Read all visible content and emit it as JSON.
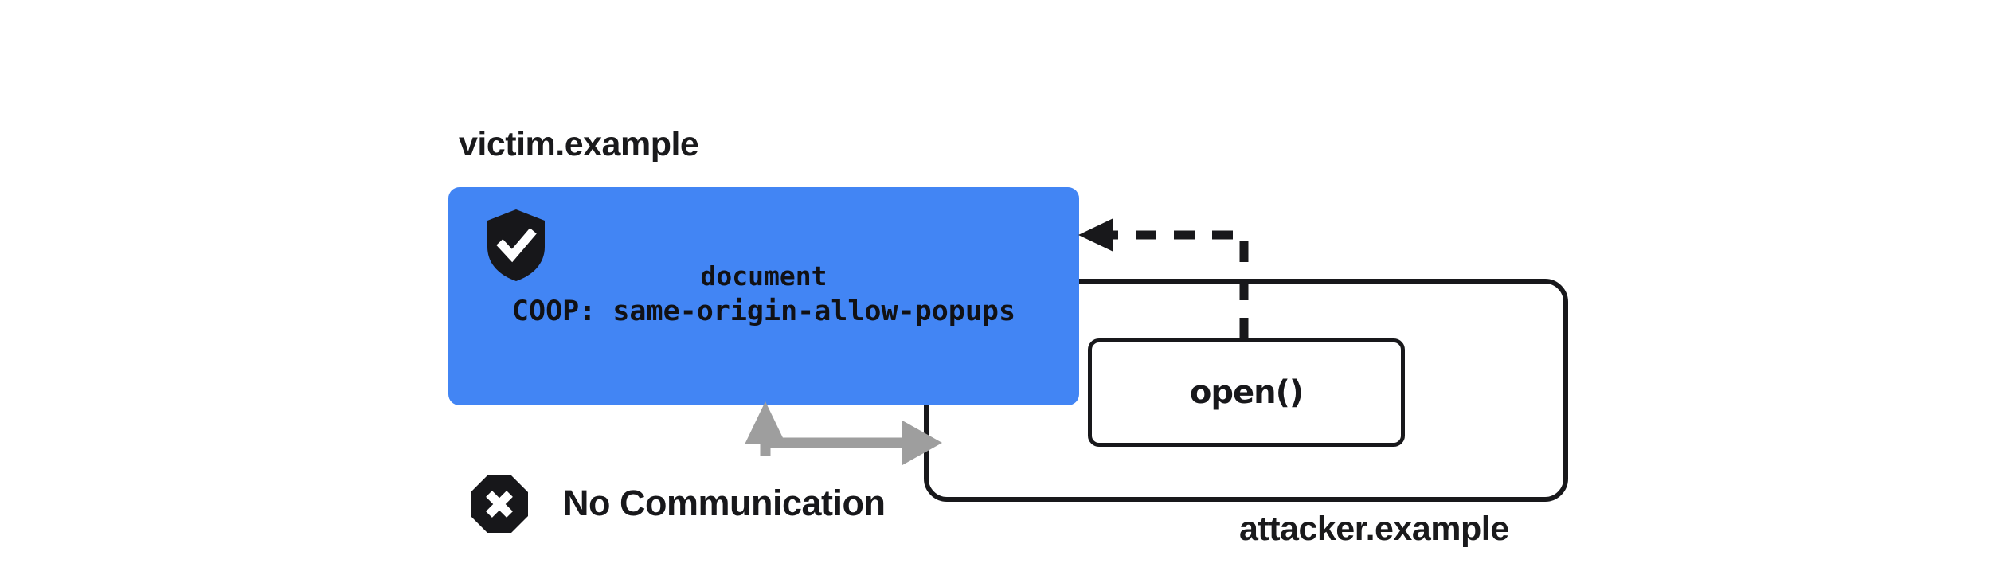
{
  "diagram": {
    "title_context": "COOP same-origin-allow-popups popup isolation",
    "background_color": "#ffffff"
  },
  "victim": {
    "origin_label": "victim.example",
    "box_color": "#4285F4",
    "shield_icon": "shield-check-icon",
    "document_label": "document",
    "coop_header": "COOP: same-origin-allow-popups"
  },
  "attacker": {
    "origin_label": "attacker.example",
    "frame_color": "#18181b",
    "open_call_label": "open()"
  },
  "relations": {
    "no_communication_label": "No Communication",
    "no_communication_icon": "octagon-x-icon",
    "no_communication_arrow_color": "#9e9e9e",
    "dashed_arrow_color": "#18181b",
    "dashed_arrow_direction": "attacker-to-victim"
  }
}
